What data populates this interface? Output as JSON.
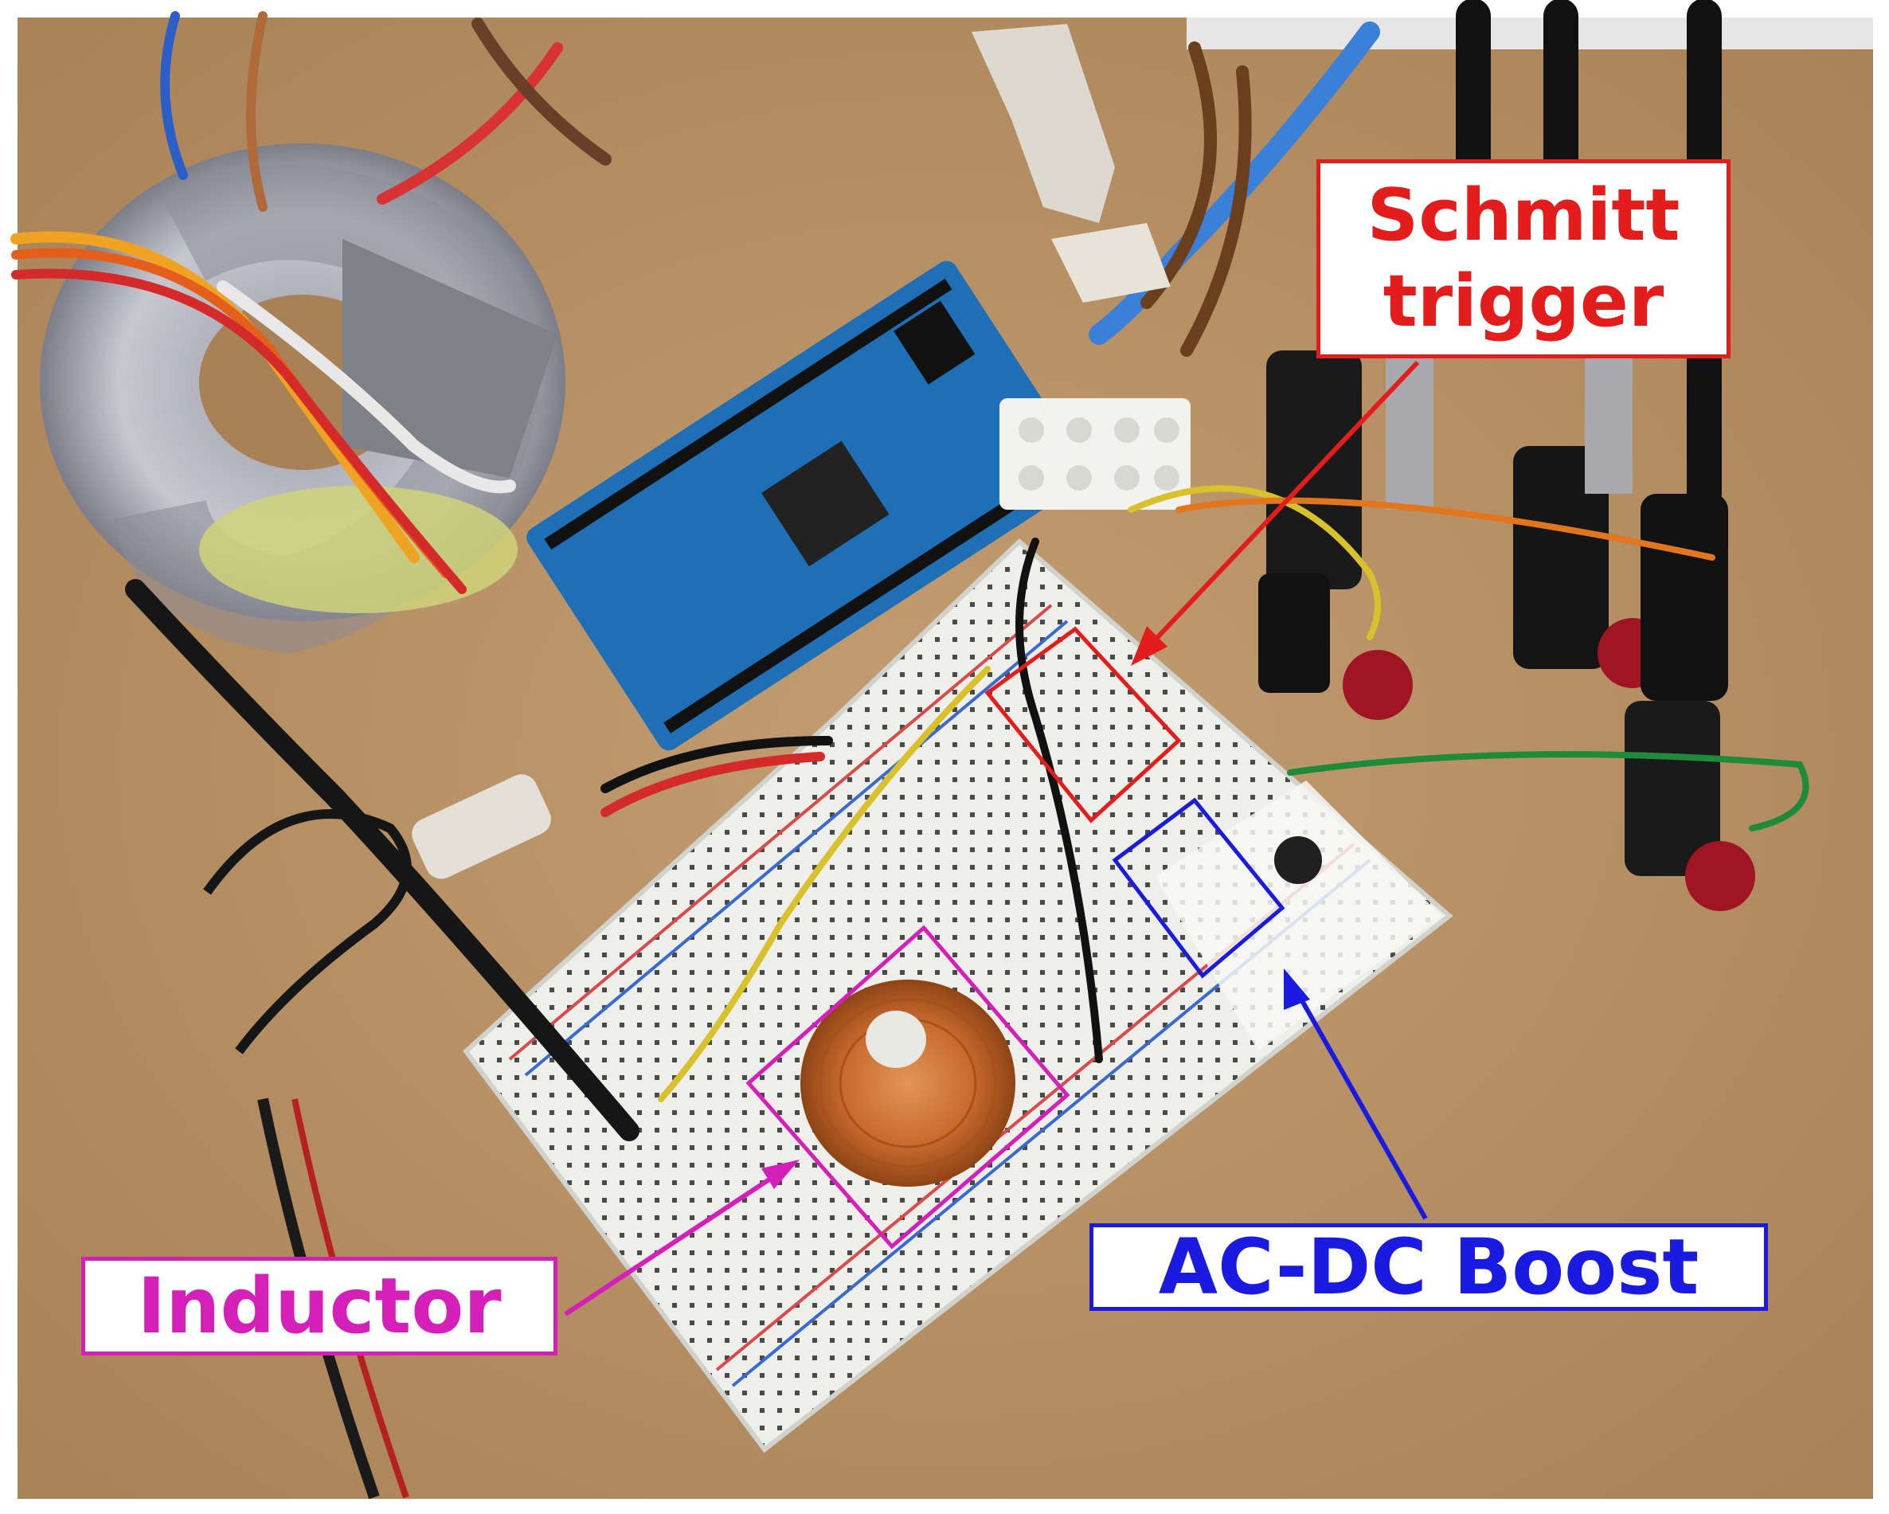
{
  "labels": {
    "schmitt_line1": "Schmitt",
    "schmitt_line2": "trigger",
    "boost": "AC-DC Boost",
    "inductor": "Inductor"
  },
  "colors": {
    "background_board": "#b8946a",
    "schmitt": "#e31c1c",
    "boost": "#1a1ae0",
    "inductor": "#d41fb8"
  },
  "objects": [
    "toroidal-transformer",
    "arduino-mega-board",
    "breadboard",
    "copper-coil-inductor",
    "oscilloscope-probe",
    "bnc-connectors",
    "terminal-block"
  ]
}
